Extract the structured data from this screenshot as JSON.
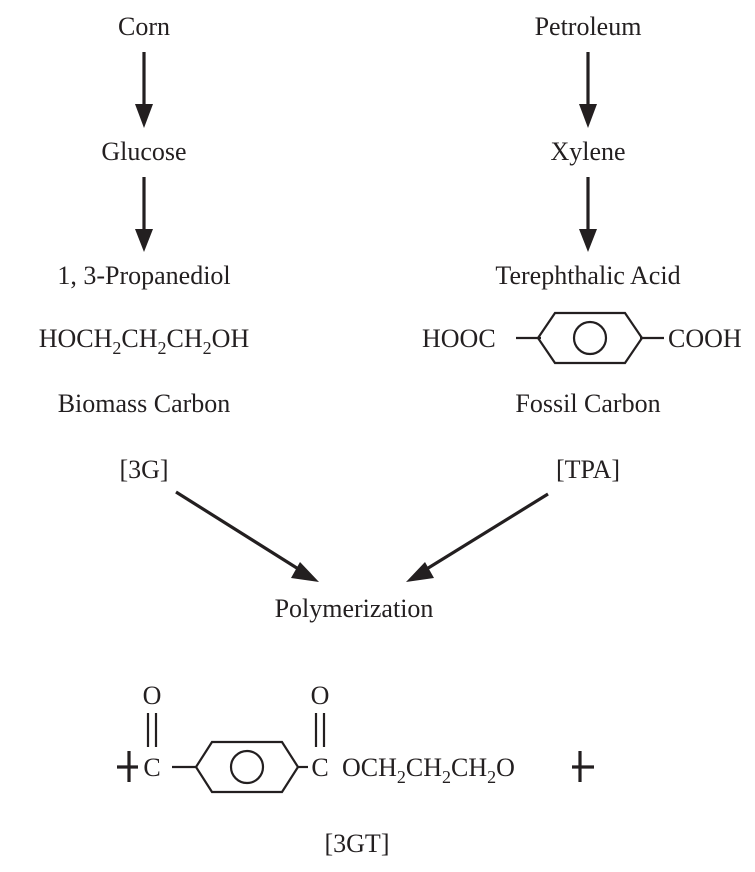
{
  "left_chain": {
    "source": "Corn",
    "intermediate": "Glucose",
    "product": "1, 3-Propanediol",
    "formula": {
      "p1": "HOCH",
      "s1": "2",
      "p2": "CH",
      "s2": "2",
      "p3": "CH",
      "s3": "2",
      "p4": "OH"
    },
    "carbon_type": "Biomass Carbon",
    "abbreviation": "[3G]"
  },
  "right_chain": {
    "source": "Petroleum",
    "intermediate": "Xylene",
    "product": "Terephthalic Acid",
    "formula": {
      "left_group": "HOOC",
      "right_group": "COOH"
    },
    "carbon_type": "Fossil Carbon",
    "abbreviation": "[TPA]"
  },
  "process": "Polymerization",
  "polymer": {
    "oxygen_left": "O",
    "oxygen_right": "O",
    "carbon_left": "C",
    "carbon_right": "C",
    "chain": {
      "p1": "OCH",
      "s1": "2",
      "p2": "CH",
      "s2": "2",
      "p3": "CH",
      "s3": "2",
      "p4": "O"
    },
    "abbreviation": "[3GT]"
  }
}
